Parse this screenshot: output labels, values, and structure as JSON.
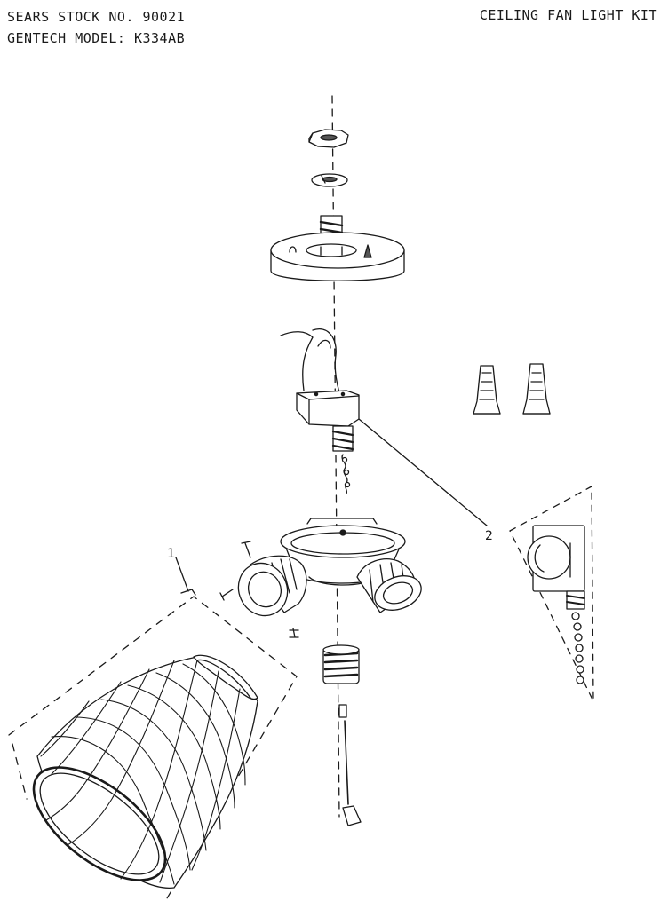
{
  "header": {
    "stock_number": "SEARS STOCK NO. 90021",
    "model": "GENTECH MODEL: K334AB",
    "title": "CEILING FAN LIGHT KIT"
  },
  "callouts": {
    "glass_shade": "1",
    "switch_housing": "2"
  }
}
